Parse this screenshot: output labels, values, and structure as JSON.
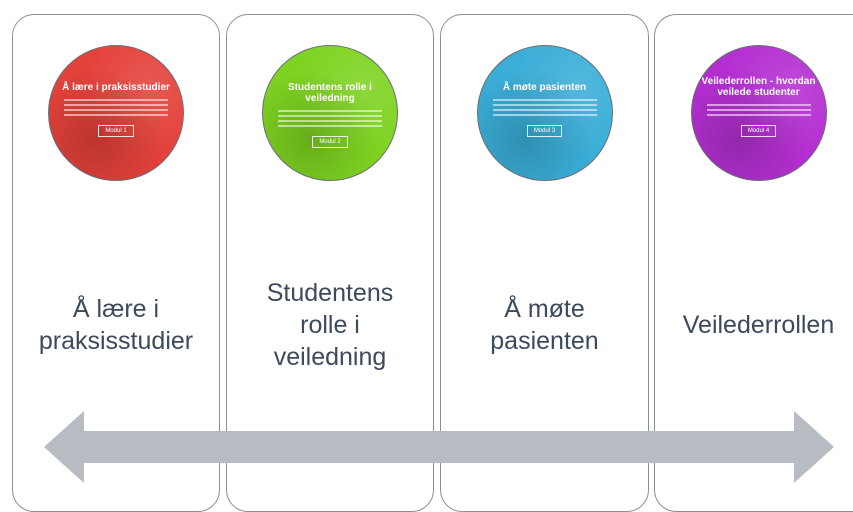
{
  "colors": {
    "card_border": "#8a8f96",
    "label_text": "#3c4a5c",
    "arrow": "#b7bcc2",
    "circle_1": "#e4413a",
    "circle_2": "#7ed321",
    "circle_3": "#3aaed8",
    "circle_4": "#b42fd1"
  },
  "cards": [
    {
      "circle_title": "Å lære i praksisstudier",
      "circle_button": "Modul 1",
      "label_lines": [
        "Å lære i",
        "praksisstudier"
      ]
    },
    {
      "circle_title": "Studentens rolle i veiledning",
      "circle_button": "Modul 2",
      "label_lines": [
        "Studentens",
        "rolle i",
        "veiledning"
      ]
    },
    {
      "circle_title": "Å møte pasienten",
      "circle_button": "Modul 3",
      "label_lines": [
        "Å møte",
        "pasienten"
      ]
    },
    {
      "circle_title": "Veilederrollen - hvordan veilede studenter",
      "circle_button": "Modul 4",
      "label_lines": [
        "Veilederrollen"
      ]
    }
  ]
}
